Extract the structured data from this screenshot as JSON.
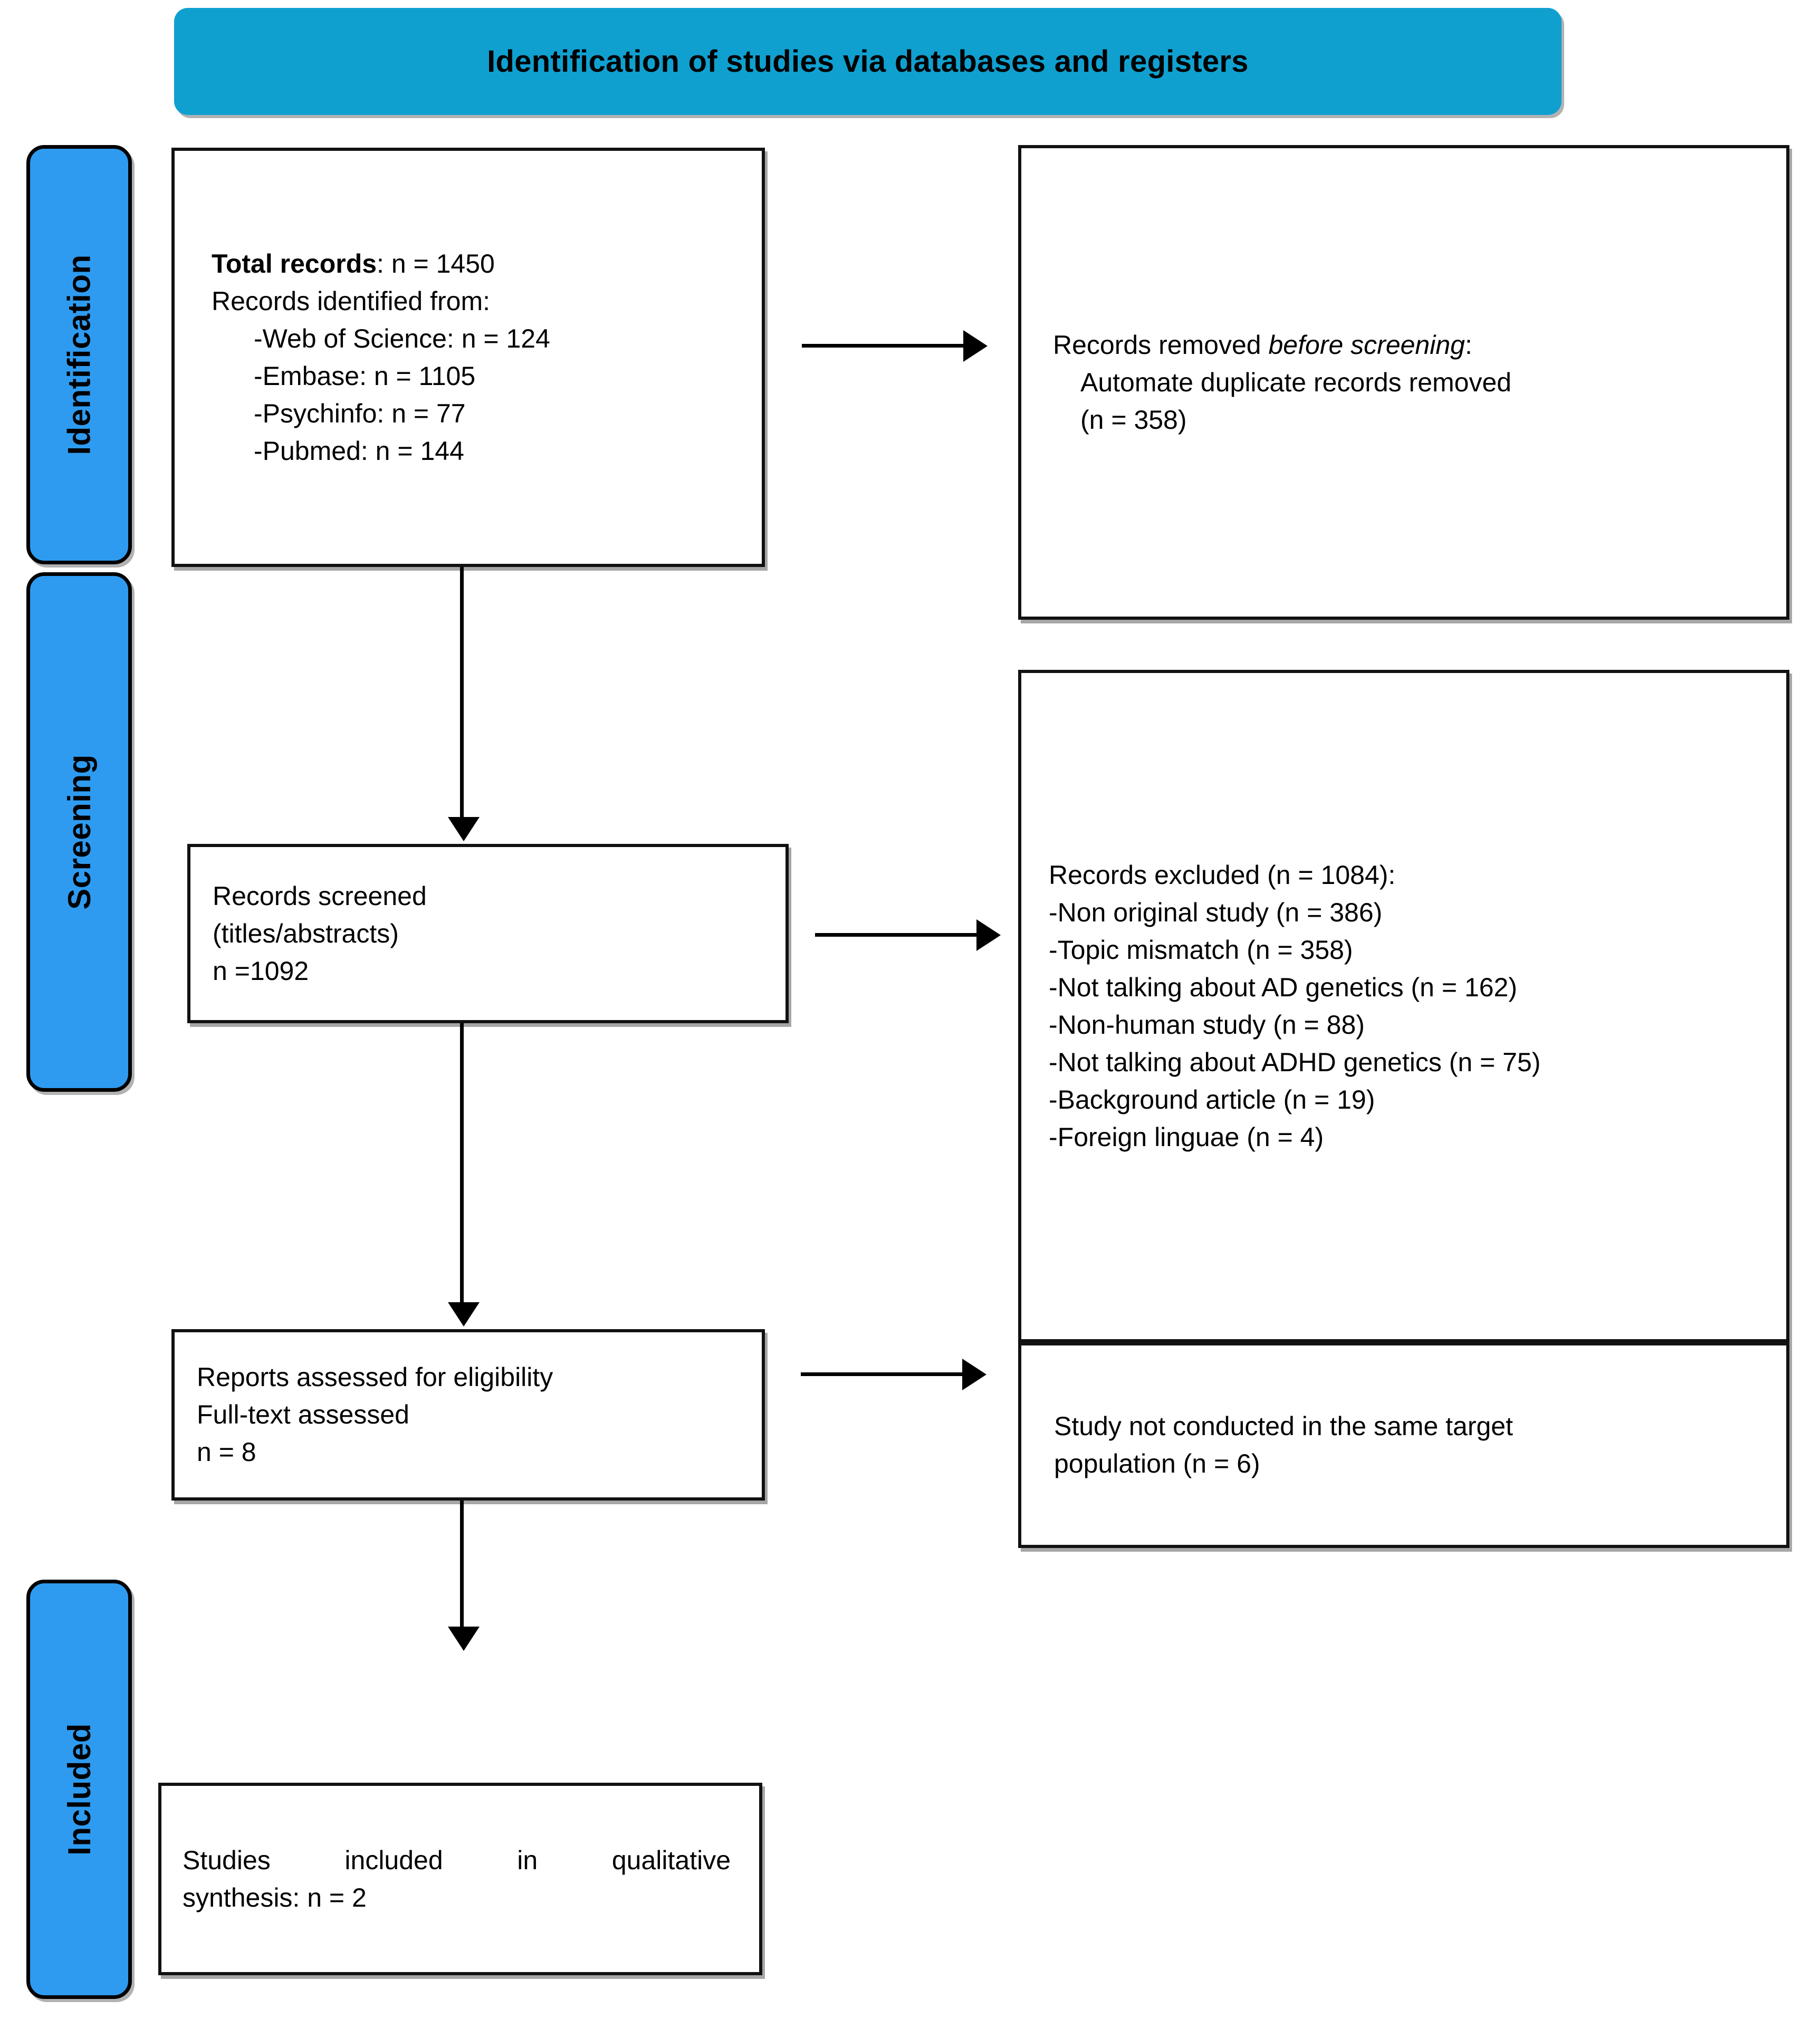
{
  "banner": {
    "title": "Identification of studies via databases and registers"
  },
  "stages": [
    {
      "key": "identification",
      "label": "Identification"
    },
    {
      "key": "screening",
      "label": "Screening"
    },
    {
      "key": "included",
      "label": "Included"
    }
  ],
  "boxes": {
    "total_records": {
      "line1_bold": "Total records",
      "line1_rest": ": n = 1450",
      "line2": "Records identified from:",
      "sources": [
        "-Web of Science: n = 124",
        "-Embase: n = 1105",
        "-Psychinfo: n = 77",
        "-Pubmed: n = 144"
      ]
    },
    "records_removed": {
      "line1_pre": "Records removed ",
      "line1_italic": "before screening",
      "line1_post": ":",
      "line2": "Automate duplicate records removed",
      "line3": "(n = 358)"
    },
    "records_screened": {
      "line1": "Records screened",
      "line2": "(titles/abstracts)",
      "line3": "n =1092"
    },
    "records_excluded": {
      "heading": "Records excluded (n = 1084):",
      "reasons": [
        "-Non original study (n = 386)",
        "-Topic mismatch (n = 358)",
        "-Not talking about AD genetics (n = 162)",
        "-Non-human study (n = 88)",
        "-Not talking about ADHD genetics (n = 75)",
        "-Background article (n = 19)",
        "-Foreign linguae (n = 4)"
      ]
    },
    "reports_assessed": {
      "line1": "Reports assessed for eligibility",
      "line2": "Full-text assessed",
      "line3": "n = 8"
    },
    "not_target_population": {
      "line1": "Study not conducted in the same target",
      "line2": "population (n = 6)"
    },
    "studies_included": {
      "line1": "Studies included in qualitative",
      "line2": "synthesis: n = 2"
    }
  },
  "colors": {
    "banner_blue": "#0FA0D0",
    "stage_tab_blue": "#2E9BF0",
    "box_border": "#111111",
    "text": "#000000"
  }
}
